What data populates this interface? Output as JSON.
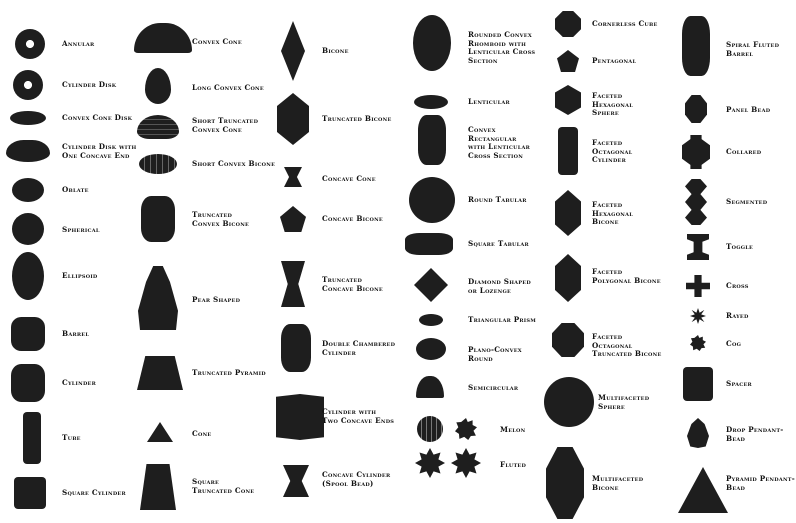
{
  "bead_color": "#1e1e1e",
  "beads": [
    {
      "id": "annular",
      "label": "Annular",
      "shape": "annular"
    },
    {
      "id": "cylinder-disk",
      "label": "Cylinder Disk",
      "shape": "annular"
    },
    {
      "id": "convex-cone-disk",
      "label": "Convex Cone Disk",
      "shape": "lens"
    },
    {
      "id": "cylinder-disk-concave",
      "label": "Cylinder Disk with\nOne Concave End",
      "shape": "hat"
    },
    {
      "id": "oblate",
      "label": "Oblate",
      "shape": "ellipse"
    },
    {
      "id": "spherical",
      "label": "Spherical",
      "shape": "circle"
    },
    {
      "id": "ellipsoid",
      "label": "Ellipsoid",
      "shape": "ellipse"
    },
    {
      "id": "barrel",
      "label": "Barrel",
      "shape": "roundrect"
    },
    {
      "id": "cylinder",
      "label": "Cylinder",
      "shape": "roundrect"
    },
    {
      "id": "tube",
      "label": "Tube",
      "shape": "rect"
    },
    {
      "id": "square-cylinder",
      "label": "Square Cylinder",
      "shape": "rect"
    },
    {
      "id": "convex-cone",
      "label": "Convex Cone",
      "shape": "dome"
    },
    {
      "id": "long-convex-cone",
      "label": "Long Convex Cone",
      "shape": "egg"
    },
    {
      "id": "short-truncated-convex-cone",
      "label": "Short Truncated\nConvex Cone",
      "shape": "stack"
    },
    {
      "id": "short-convex-bicone",
      "label": "Short Convex Bicone",
      "shape": "ribbed"
    },
    {
      "id": "truncated-convex-bicone",
      "label": "Truncated\nConvex Bicone",
      "shape": "roundrect"
    },
    {
      "id": "pear-shaped",
      "label": "Pear Shaped",
      "shape": "pear"
    },
    {
      "id": "truncated-pyramid",
      "label": "Truncated Pyramid",
      "shape": "trapezoid"
    },
    {
      "id": "cone",
      "label": "Cone",
      "shape": "cone"
    },
    {
      "id": "square-truncated-cone",
      "label": "Square\nTruncated Cone",
      "shape": "trapezoid"
    },
    {
      "id": "bicone",
      "label": "Bicone",
      "shape": "bicone"
    },
    {
      "id": "truncated-bicone",
      "label": "Truncated Bicone",
      "shape": "hexagon"
    },
    {
      "id": "concave-cone",
      "label": "Concave Cone",
      "shape": "spool"
    },
    {
      "id": "concave-bicone",
      "label": "Concave Bicone",
      "shape": "diamond-soft"
    },
    {
      "id": "truncated-concave-bicone",
      "label": "Truncated\nConcave Bicone",
      "shape": "spool"
    },
    {
      "id": "double-chambered-cylinder",
      "label": "Double Chambered\nCylinder",
      "shape": "roundrect"
    },
    {
      "id": "cylinder-two-concave-ends",
      "label": "Cylinder with\nTwo Concave Ends",
      "shape": "drum"
    },
    {
      "id": "concave-cylinder-spool",
      "label": "Concave Cylinder\n(Spool Bead)",
      "shape": "spool"
    },
    {
      "id": "rounded-convex-rhomboid",
      "label": "Rounded Convex\nRhomboid with\nLenticular Cross\nSection",
      "shape": "ellipse"
    },
    {
      "id": "lenticular",
      "label": "Lenticular",
      "shape": "lens"
    },
    {
      "id": "convex-rectangular-lenticular",
      "label": "Convex\nRectangular\nwith Lenticular\nCross Section",
      "shape": "roundrect"
    },
    {
      "id": "round-tabular",
      "label": "Round Tabular",
      "shape": "circle"
    },
    {
      "id": "square-tabular",
      "label": "Square Tabular",
      "shape": "roundrect"
    },
    {
      "id": "diamond-shaped-lozenge",
      "label": "Diamond Shaped\nor Lozenge",
      "shape": "diamond"
    },
    {
      "id": "triangular-prism",
      "label": "Triangular Prism",
      "shape": "lens"
    },
    {
      "id": "plano-convex-round",
      "label": "Plano-Convex\nRound",
      "shape": "lens"
    },
    {
      "id": "semicircular",
      "label": "Semicircular",
      "shape": "dome"
    },
    {
      "id": "melon",
      "label": "Melon",
      "shape": "melon"
    },
    {
      "id": "fluted",
      "label": "Fluted",
      "shape": "fluted"
    },
    {
      "id": "cornerless-cube",
      "label": "Cornerless Cube",
      "shape": "octagon"
    },
    {
      "id": "pentagonal",
      "label": "Pentagonal",
      "shape": "pentagon"
    },
    {
      "id": "faceted-hexagonal-sphere",
      "label": "Faceted\nHexagonal\nSphere",
      "shape": "hexagon"
    },
    {
      "id": "faceted-octagonal-cylinder",
      "label": "Faceted\nOctagonal\nCylinder",
      "shape": "rect"
    },
    {
      "id": "faceted-hexagonal-bicone",
      "label": "Faceted\nHexagonal\nBicone",
      "shape": "hexagon"
    },
    {
      "id": "faceted-polygonal-bicone",
      "label": "Faceted\nPolygonal Bicone",
      "shape": "hexagon"
    },
    {
      "id": "faceted-octagonal-truncated-bicone",
      "label": "Faceted\nOctagonal\nTruncated Bicone",
      "shape": "octagon"
    },
    {
      "id": "multifaceted-sphere",
      "label": "Multifaceted\nSphere",
      "shape": "circle"
    },
    {
      "id": "multifaceted-bicone",
      "label": "Multifaceted\nBicone",
      "shape": "octagon"
    },
    {
      "id": "spiral-fluted-barrel",
      "label": "Spiral Fluted\nBarrel",
      "shape": "roundrect"
    },
    {
      "id": "panel-bead",
      "label": "Panel Bead",
      "shape": "octagon"
    },
    {
      "id": "collared",
      "label": "Collared",
      "shape": "collared"
    },
    {
      "id": "segmented",
      "label": "Segmented",
      "shape": "segmented"
    },
    {
      "id": "toggle",
      "label": "Toggle",
      "shape": "toggle"
    },
    {
      "id": "cross",
      "label": "Cross",
      "shape": "cross"
    },
    {
      "id": "rayed",
      "label": "Rayed",
      "shape": "rayed"
    },
    {
      "id": "cog",
      "label": "Cog",
      "shape": "cog"
    },
    {
      "id": "spacer",
      "label": "Spacer",
      "shape": "rect"
    },
    {
      "id": "drop-pendant-bead",
      "label": "Drop Pendant-\nBead",
      "shape": "drop"
    },
    {
      "id": "pyramid-pendant-bead",
      "label": "Pyramid Pendant-\nBead",
      "shape": "triangle"
    }
  ]
}
